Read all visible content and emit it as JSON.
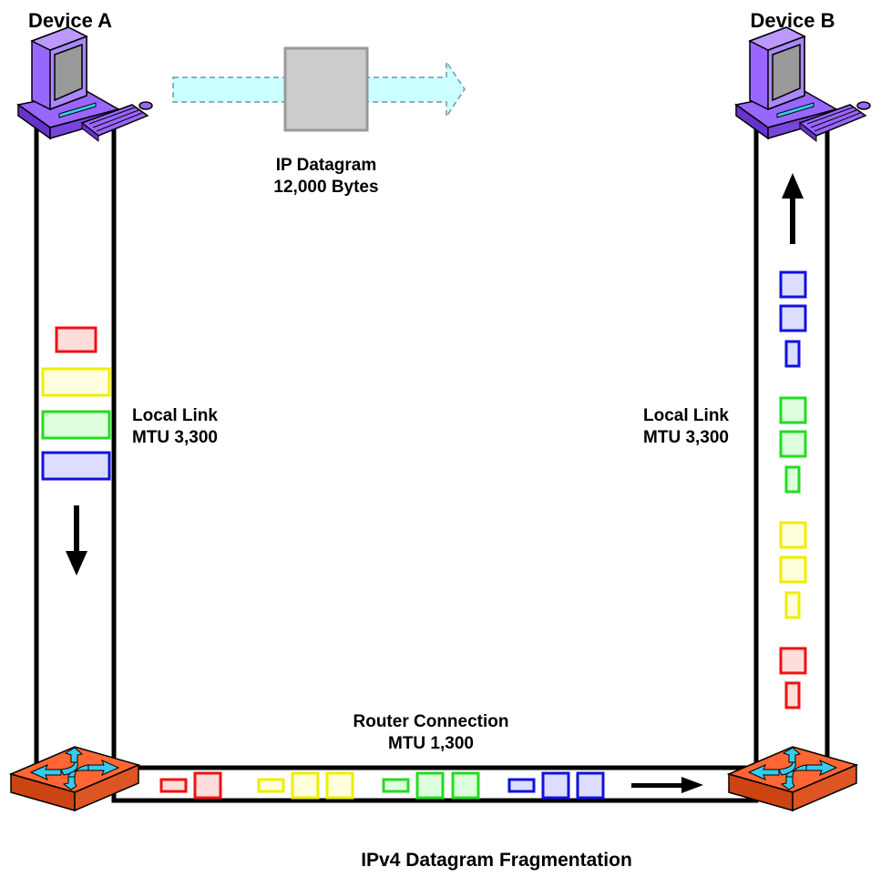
{
  "device_a": {
    "label": "Device A"
  },
  "device_b": {
    "label": "Device B"
  },
  "datagram": {
    "line1": "IP Datagram",
    "line2": "12,000 Bytes"
  },
  "left_link": {
    "line1": "Local Link",
    "line2": "MTU 3,300"
  },
  "right_link": {
    "line1": "Local Link",
    "line2": "MTU 3,300"
  },
  "router_link": {
    "line1": "Router Connection",
    "line2": "MTU 1,300"
  },
  "caption": "IPv4 Datagram Fragmentation",
  "colors": {
    "fragment_red": "#ee1111",
    "fragment_yellow": "#eeee00",
    "fragment_green": "#22dd22",
    "fragment_blue": "#1111dd",
    "computer_purple": "#9966ff",
    "router_orange": "#ff6633",
    "router_arrows": "#33ccee",
    "datagram_arrow": "#ccffff"
  },
  "icons": {
    "device_a": "computer-icon",
    "device_b": "computer-icon",
    "routers": "router-icon"
  }
}
